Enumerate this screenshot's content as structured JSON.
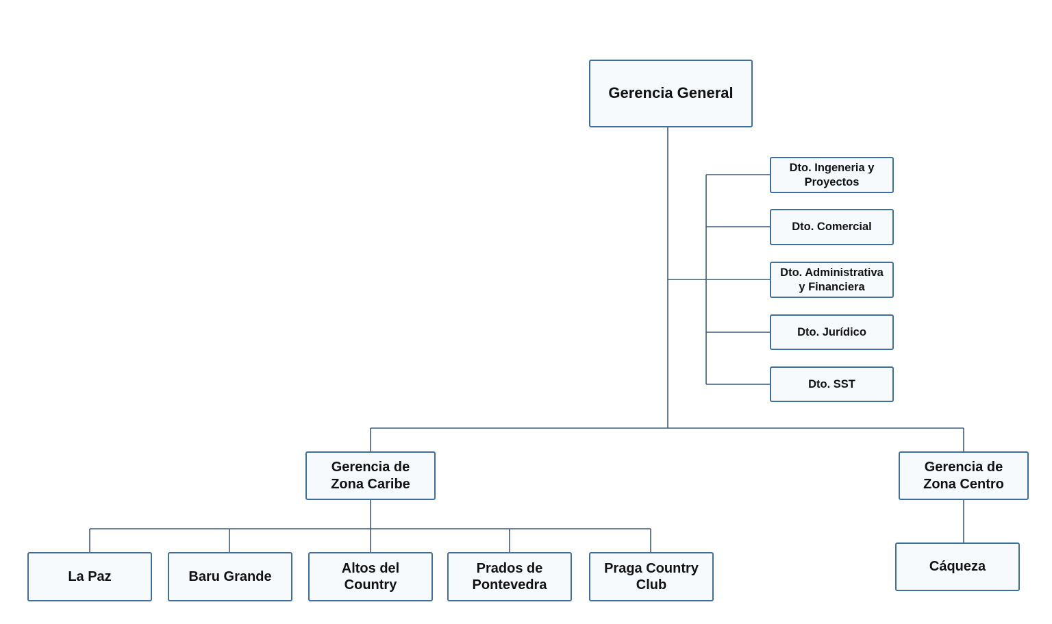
{
  "org_chart": {
    "root": {
      "label": "Gerencia General"
    },
    "departments": [
      {
        "label": "Dto. Ingeneria y\nProyectos"
      },
      {
        "label": "Dto. Comercial"
      },
      {
        "label": "Dto. Administrativa\ny Financiera"
      },
      {
        "label": "Dto. Jurídico"
      },
      {
        "label": "Dto. SST"
      }
    ],
    "zones": [
      {
        "label": "Gerencia de\nZona Caribe",
        "sites": [
          {
            "label": "La Paz"
          },
          {
            "label": "Baru Grande"
          },
          {
            "label": "Altos del\nCountry"
          },
          {
            "label": "Prados de\nPontevedra"
          },
          {
            "label": "Praga Country\nClub"
          }
        ]
      },
      {
        "label": "Gerencia de\nZona Centro",
        "sites": [
          {
            "label": "Cáqueza"
          }
        ]
      }
    ]
  },
  "colors": {
    "node_border": "#3f6f9e",
    "node_fill": "#f6fafd",
    "connector": "#3d5a78",
    "text": "#111111"
  }
}
